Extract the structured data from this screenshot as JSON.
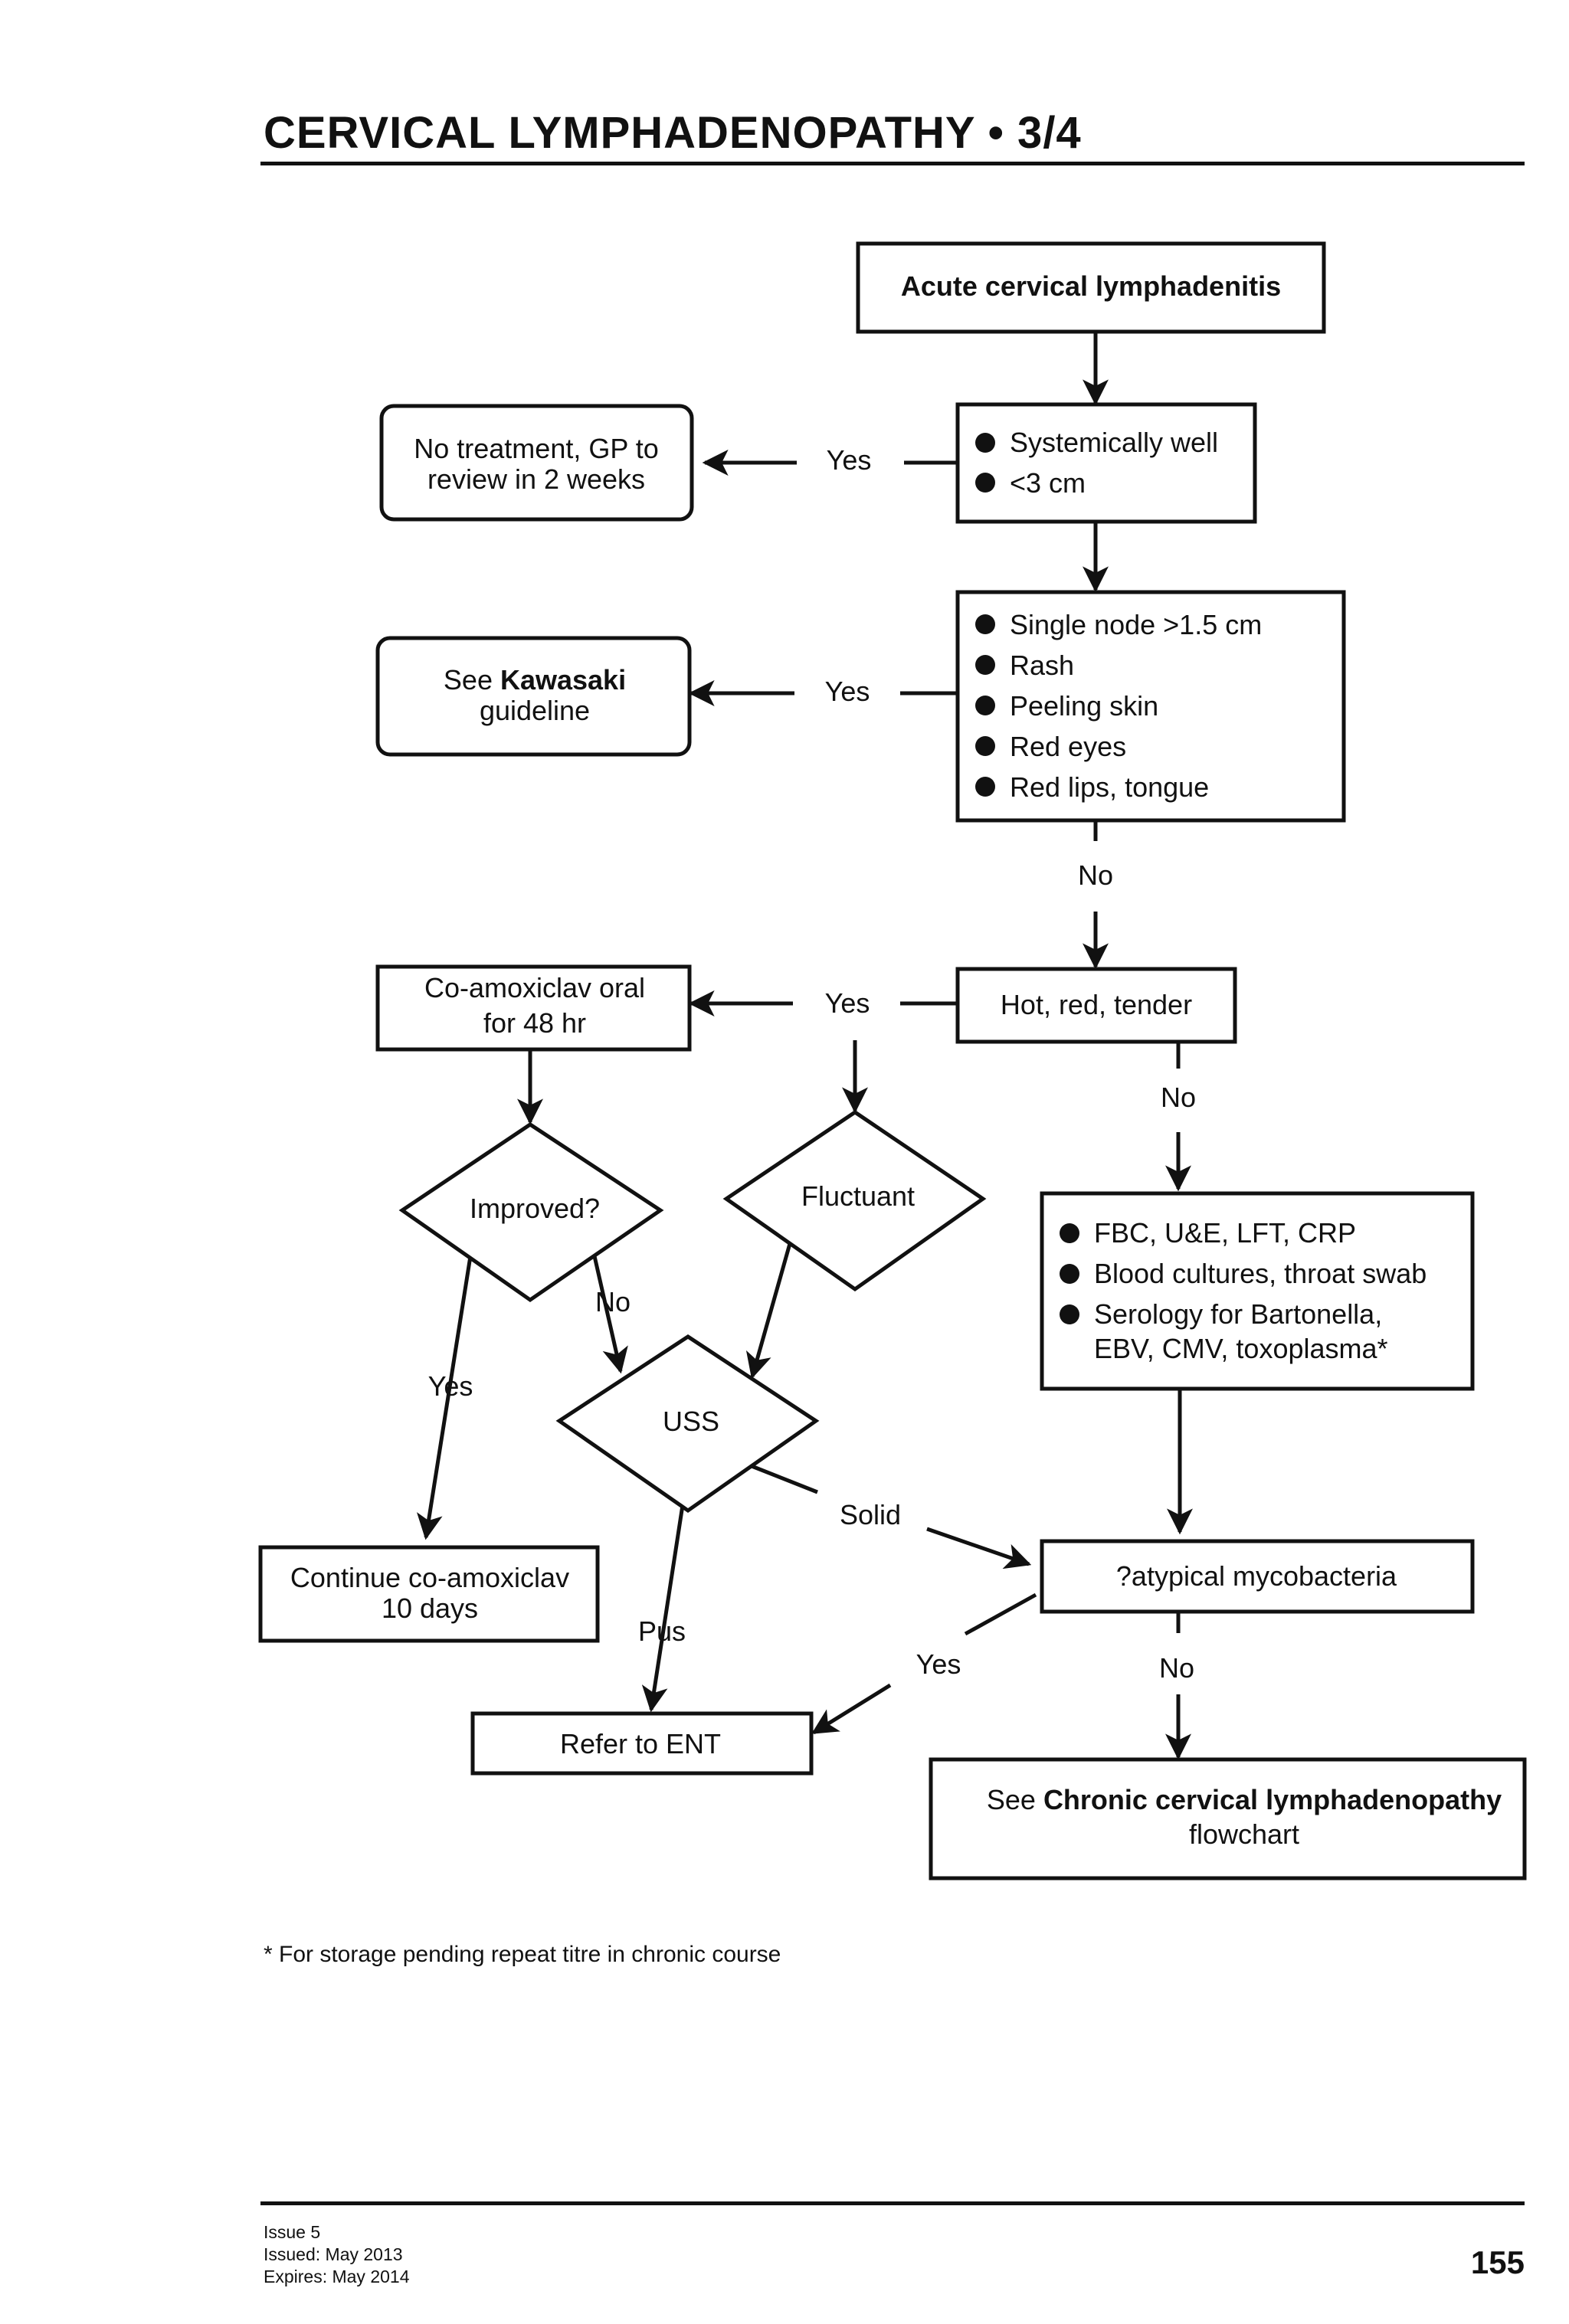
{
  "header": {
    "title": "CERVICAL LYMPHADENOPATHY • 3/4"
  },
  "flowchart": {
    "start": "Acute cervical lymphadenitis",
    "q1": {
      "bullets": [
        "Systemically well",
        "<3 cm"
      ],
      "yes_label": "Yes",
      "yes_outcome": [
        "No treatment, GP to",
        "review in 2 weeks"
      ]
    },
    "q2": {
      "bullets": [
        "Single node >1.5 cm",
        "Rash",
        "Peeling skin",
        "Red eyes",
        "Red lips, tongue"
      ],
      "yes_label": "Yes",
      "no_label": "No",
      "yes_outcome": {
        "prefix": "See ",
        "bold": "Kawasaki",
        "line2": "guideline"
      }
    },
    "q3": {
      "text": "Hot, red, tender",
      "yes_label": "Yes",
      "no_label": "No"
    },
    "coamox": [
      "Co-amoxiclav oral",
      "for 48 hr"
    ],
    "improved": {
      "text": "Improved?",
      "yes_label": "Yes",
      "no_label": "No"
    },
    "fluctuant": "Fluctuant",
    "continue": [
      "Continue co-amoxiclav",
      "10 days"
    ],
    "uss": {
      "text": "USS",
      "solid_label": "Solid",
      "pus_label": "Pus"
    },
    "investigations": {
      "bullets": [
        "FBC, U&E, LFT, CRP",
        "Blood cultures, throat swab"
      ],
      "serology": [
        "Serology for Bartonella,",
        "EBV, CMV, toxoplasma*"
      ]
    },
    "atypical": {
      "text": "?atypical mycobacteria",
      "yes_label": "Yes",
      "no_label": "No"
    },
    "refer": "Refer to ENT",
    "chronic": {
      "prefix": "See ",
      "bold": "Chronic cervical lymphadenopathy",
      "line2": "flowchart"
    }
  },
  "footnote": "* For storage pending repeat titre in chronic course",
  "footer": {
    "issue": "Issue 5",
    "issued": "Issued: May 2013",
    "expires": "Expires: May 2014",
    "page": "155"
  }
}
